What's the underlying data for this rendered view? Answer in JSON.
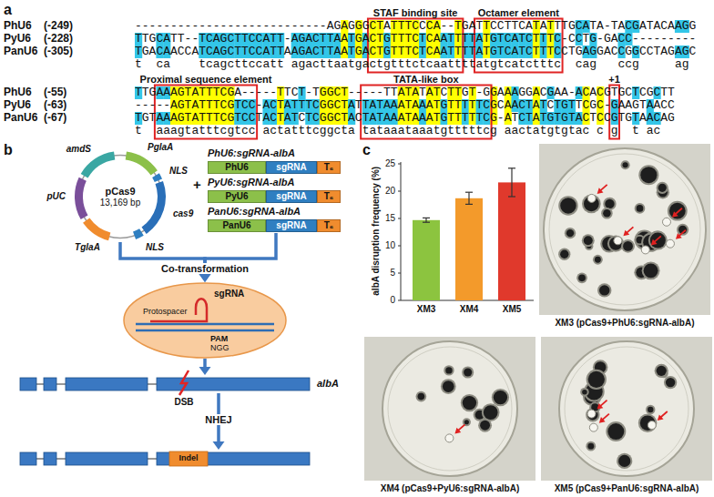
{
  "diagram": {
    "nodes": [
      {
        "text": [
          "pCas9",
          "13,169 bp"
        ]
      },
      {
        "text": [
          "PhU6:sgRNA-albA"
        ]
      },
      {
        "text": [
          "PhU6"
        ],
        "in": 1
      },
      {
        "text": [
          "sgRNA"
        ],
        "in": 1
      },
      {
        "text": [
          "T₆"
        ],
        "in": 1
      },
      {
        "text": [
          "PyU6:sgRNA-albA"
        ]
      },
      {
        "text": [
          "PyU6"
        ],
        "in": 5
      },
      {
        "text": [
          "sgRNA"
        ],
        "in": 5
      },
      {
        "text": [
          "T₆"
        ],
        "in": 5
      },
      {
        "text": [
          "PanU6:sgRNA-albA"
        ]
      },
      {
        "text": [
          "PanU6"
        ],
        "in": 9
      },
      {
        "text": [
          "sgRNA"
        ],
        "in": 9
      },
      {
        "text": [
          "T₆"
        ],
        "in": 9
      },
      {
        "text": [
          "sgRNA",
          "Protospacer",
          "PAM",
          "NGG"
        ]
      },
      {
        "text": [
          "albA"
        ]
      },
      {
        "text": [
          "Indel"
        ]
      }
    ],
    "edges": [
      {
        "from": 0,
        "to": 13,
        "arrow": "to"
      },
      {
        "from": 9,
        "to": 13,
        "label": "Co-transformation",
        "arrow": "to"
      },
      {
        "from": 13,
        "to": 14,
        "arrow": "to"
      },
      {
        "from": 14,
        "to": 15,
        "label": "NHEJ",
        "arrow": "to"
      }
    ],
    "labels": [
      "a",
      "STAF binding site",
      "Octamer element",
      "PhU6",
      "(-249)",
      "---------------------------AGAGGGCTATTTCCCA--TGATTCCTTCATATTTGCATA-TACGATACAAGG",
      "PyU6",
      "(-228)",
      "TTGCATT--TCAGCTTCCATT-AGACTTAATGACTGTTTCTCAATTTTATGTCATCTTTC-CCTG-GACC---------",
      "PanU6",
      "(-305)",
      "TGACAACCATCAGCTTCCATTAAGACTTAATGACTGTTTCTCAATTTTATGTCATCTTTCCTGAGGACCGGCCTAGAGC",
      "t  ca    tcagcttccatt agacttaatgactgtttctcaattttatgtcatctttc  cag   ccg     ag",
      "Proximal sequence element",
      "TATA-like box",
      "+1",
      "PhU6",
      "(-55)",
      "TTGAAAGTATTTCGA-----TTCT-TGGCT-----TTATATATCTTGT-GGAAAGGACGAA-ACACGTGCTCGCTT",
      "PyU6",
      "(-63)",
      "-----AGTATTTCGTCC-ACTATTTCGGCTATTATAAATAAATGTTTTTCGCAACTATCTGTTCGC-GAAGTAACC",
      "PanU6",
      "(-67)",
      "TGTAAAGTATTTCGTCCTACTATCTCGGCTACTATAAATAAATGTTTTTCG-ATCTATGTGTACTCCGTGTAACAG",
      "t  aaagtatttcgtcc actatttcggcta tataaataaatgtttttcg aactatgtgtac c g  t ac",
      "b",
      "amdS",
      "PglaA",
      "NLS",
      "cas9",
      "NLS",
      "TglaA",
      "pUC",
      "+",
      "DSB",
      "c",
      "albA disruption frequency (%)",
      "0",
      "5",
      "10",
      "15",
      "20",
      "25",
      "XM3",
      "XM4",
      "XM5",
      "XM3 (pCas9+PhU6:sgRNA-albA)",
      "XM4 (pCas9+PyU6:sgRNA-albA)",
      "XM5 (pCas9+PanU6:sgRNA-albA)"
    ]
  }
}
